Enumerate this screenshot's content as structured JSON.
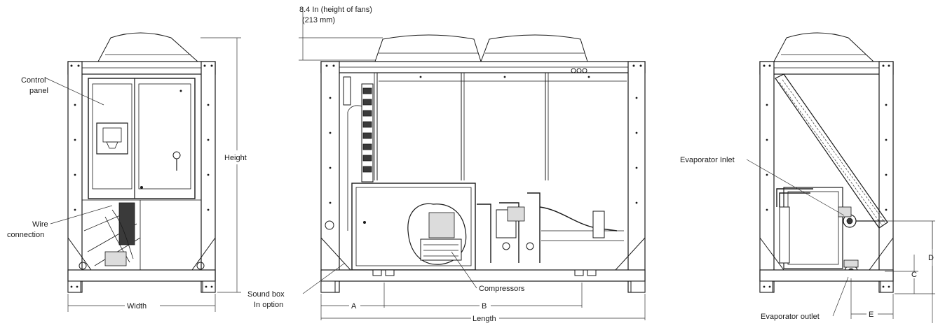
{
  "labels": {
    "control_panel_1": "Control",
    "control_panel_2": "panel",
    "wire_connection_1": "Wire",
    "wire_connection_2": "connection",
    "width": "Width",
    "height": "Height",
    "fan_height_1": "8.4 In (height of fans)",
    "fan_height_2": "(213 mm)",
    "sound_box_1": "Sound box",
    "sound_box_2": "In option",
    "compressors": "Compressors",
    "dim_a": "A",
    "dim_b": "B",
    "length": "Length",
    "evaporator_inlet": "Evaporator Inlet",
    "evaporator_outlet": "Evaporator outlet",
    "dim_c": "C",
    "dim_d": "D",
    "dim_e": "E"
  }
}
